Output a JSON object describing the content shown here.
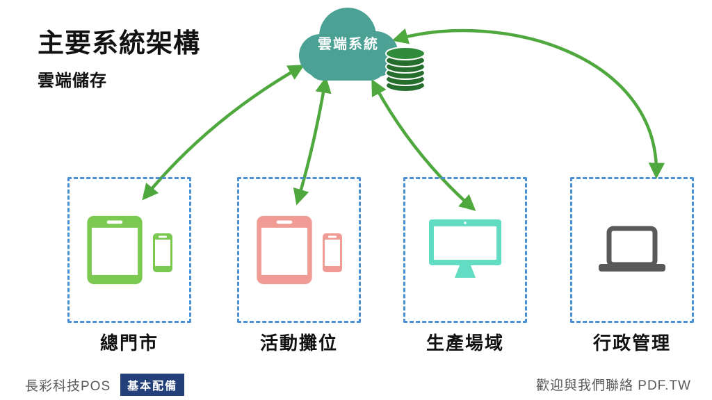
{
  "header": {
    "title": "主要系統架構",
    "subtitle": "雲端儲存"
  },
  "cloud": {
    "label": "雲端系統"
  },
  "stations": [
    {
      "label": "總門市",
      "devices": [
        "tablet",
        "phone"
      ]
    },
    {
      "label": "活動攤位",
      "devices": [
        "tablet",
        "phone"
      ]
    },
    {
      "label": "生產場域",
      "devices": [
        "monitor"
      ]
    },
    {
      "label": "行政管理",
      "devices": [
        "laptop"
      ]
    }
  ],
  "footer": {
    "brand": "長彩科技POS",
    "badge": "基本配備",
    "contact": "歡迎與我們聯絡 PDF.TW"
  },
  "colors": {
    "arrow_green": "#4FA83E",
    "cloud_teal": "#4BA294",
    "db_green": "#266E2D",
    "db_green_light": "#2F8A39",
    "box_blue": "#4A90D5",
    "device_green": "#7CC952",
    "device_salmon": "#F09B94",
    "device_teal": "#63DCC4",
    "device_gray": "#595959",
    "badge_navy": "#24407A",
    "text_black": "#111111",
    "text_gray": "#595959"
  }
}
